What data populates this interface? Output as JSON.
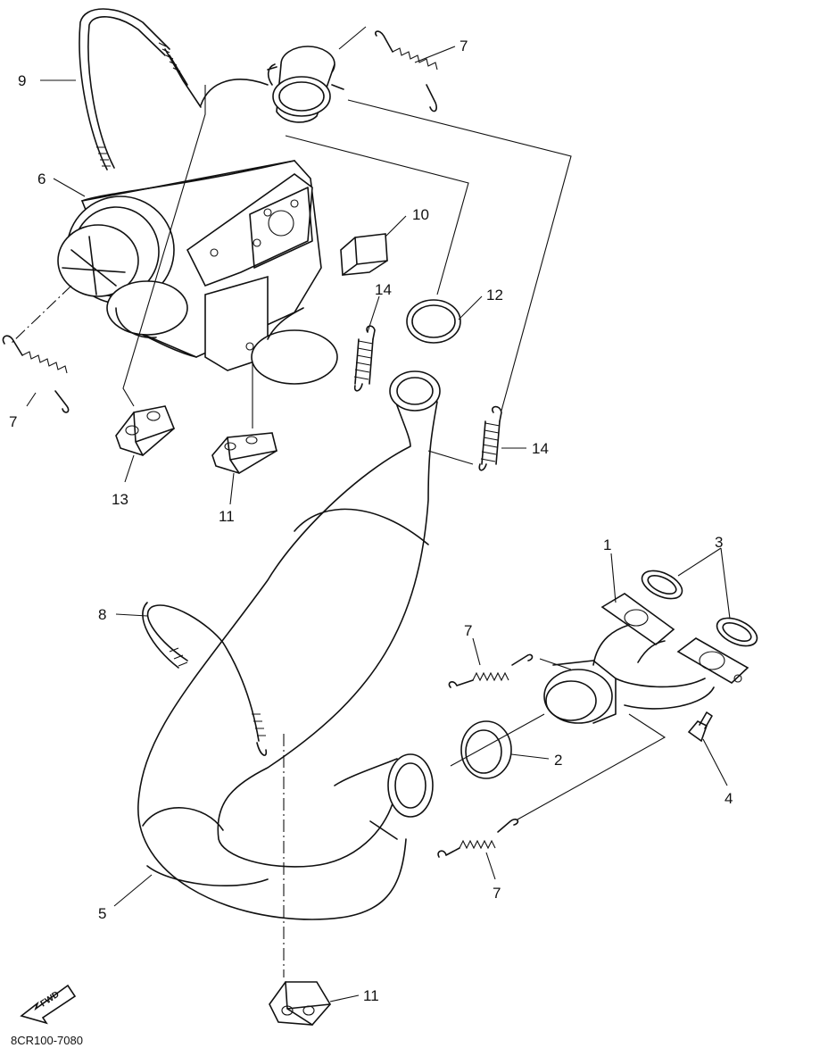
{
  "callouts": [
    {
      "id": "c9",
      "label": "9"
    },
    {
      "id": "c7a",
      "label": "7"
    },
    {
      "id": "c6",
      "label": "6"
    },
    {
      "id": "c10",
      "label": "10"
    },
    {
      "id": "c14a",
      "label": "14"
    },
    {
      "id": "c12",
      "label": "12"
    },
    {
      "id": "c7b",
      "label": "7"
    },
    {
      "id": "c14b",
      "label": "14"
    },
    {
      "id": "c13",
      "label": "13"
    },
    {
      "id": "c11a",
      "label": "11"
    },
    {
      "id": "c1",
      "label": "1"
    },
    {
      "id": "c3",
      "label": "3"
    },
    {
      "id": "c8",
      "label": "8"
    },
    {
      "id": "c7c",
      "label": "7"
    },
    {
      "id": "c2",
      "label": "2"
    },
    {
      "id": "c4",
      "label": "4"
    },
    {
      "id": "c5",
      "label": "5"
    },
    {
      "id": "c7d",
      "label": "7"
    },
    {
      "id": "c11b",
      "label": "11"
    }
  ],
  "fwd_label": "FWD",
  "drawing_code": "8CR100-7080"
}
